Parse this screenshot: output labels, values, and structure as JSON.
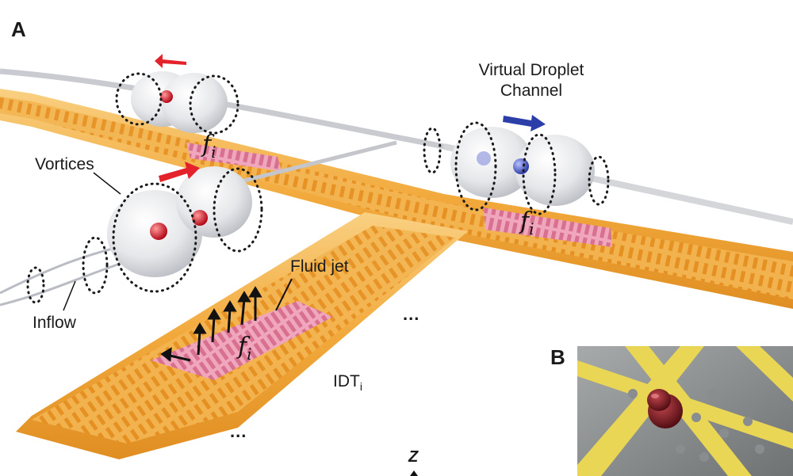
{
  "panels": {
    "a_label": "A",
    "b_label": "B"
  },
  "annotations": {
    "virtual_droplet_channel_line1": "Virtual Droplet",
    "virtual_droplet_channel_line2": "Channel",
    "vortices": "Vortices",
    "inflow": "Inflow",
    "fluid_jet": "Fluid jet",
    "freq_symbol": "f",
    "freq_subscript": "i",
    "idt_label": "IDT",
    "idt_subscript": "i",
    "ellipsis": "...",
    "axis_z": "Z"
  },
  "colors": {
    "electrode_gold": "#f2a93b",
    "electrode_light": "#f7c873",
    "active_idt_pink": "#e88aa8",
    "droplet": "#e9eaec",
    "arrow_red": "#e3222b",
    "arrow_blue": "#2c3ea8",
    "vortex_dots": "#1a1a1a"
  }
}
